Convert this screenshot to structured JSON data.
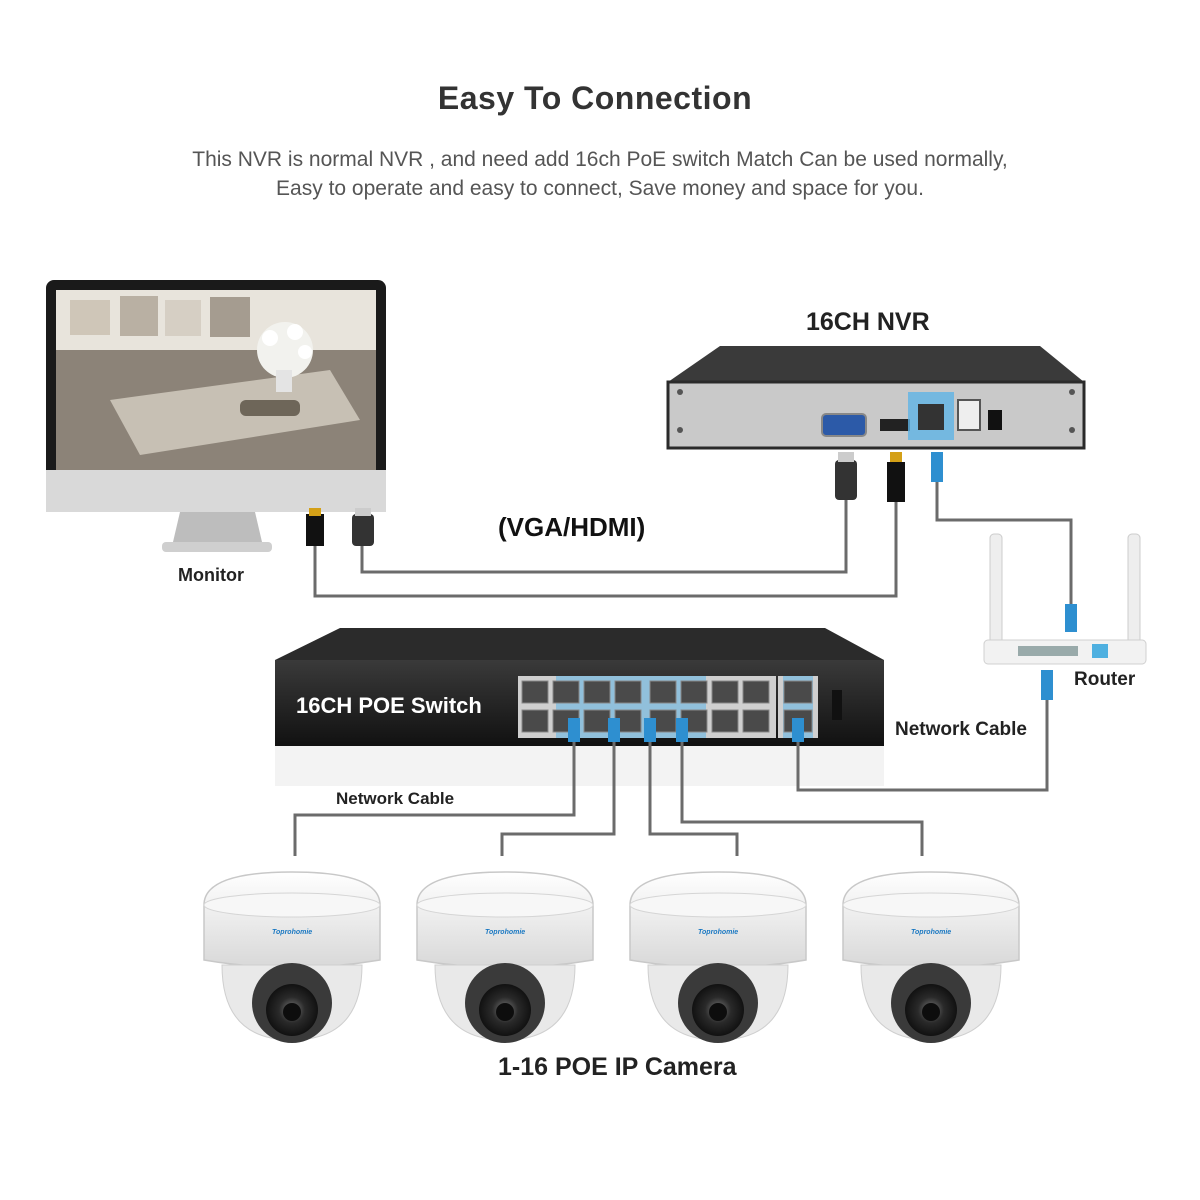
{
  "title": "Easy To Connection",
  "subtitle_line1": "This NVR is normal NVR , and need add 16ch PoE switch Match Can be used normally,",
  "subtitle_line2": "Easy to operate and easy to connect,   Save money and space for you.",
  "labels": {
    "nvr": "16CH NVR",
    "video_cable": "(VGA/HDMI)",
    "monitor": "Monitor",
    "router": "Router",
    "switch": "16CH POE Switch",
    "network_cable_router": "Network Cable",
    "network_cable_cameras": "Network Cable",
    "cameras": "1-16 POE IP Camera"
  },
  "camera_brand": "Toprohomie",
  "colors": {
    "cable": "#6b6b6b",
    "accent_blue": "#2e8fd0",
    "device_dark": "#222222",
    "nvr_panel": "#c9c9c9"
  }
}
